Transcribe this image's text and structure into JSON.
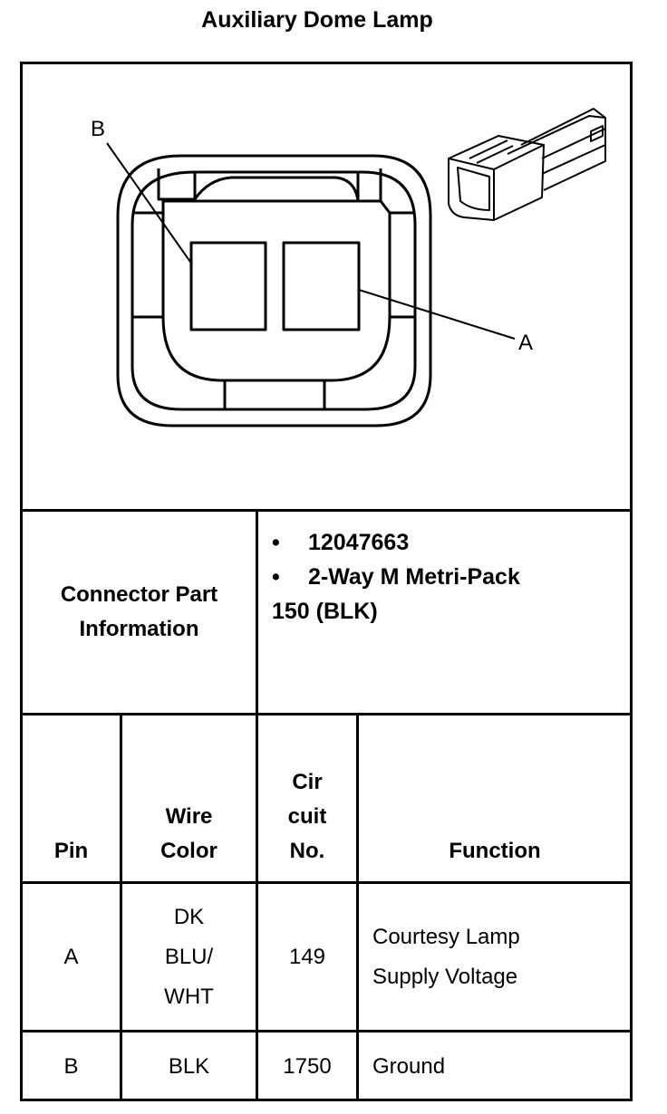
{
  "title": "Auxiliary Dome Lamp",
  "diagram": {
    "label_a": "A",
    "label_b": "B"
  },
  "connector": {
    "label_line1": "Connector Part",
    "label_line2": "Information",
    "bullet_1": "12047663",
    "bullet_2": "2-Way M Metri-Pack",
    "bullet_2_cont": "150 (BLK)",
    "bullet_symbol": "•"
  },
  "table": {
    "headers": {
      "pin": "Pin",
      "wire_line1": "Wire",
      "wire_line2": "Color",
      "circuit_line1": "Cir",
      "circuit_line2": "cuit",
      "circuit_line3": "No.",
      "function": "Function"
    },
    "rows": [
      {
        "pin": "A",
        "wire_line1": "DK",
        "wire_line2": "BLU/",
        "wire_line3": "WHT",
        "circuit": "149",
        "function_line1": "Courtesy Lamp",
        "function_line2": "Supply Voltage"
      },
      {
        "pin": "B",
        "wire": "BLK",
        "circuit": "1750",
        "function": "Ground"
      }
    ]
  }
}
